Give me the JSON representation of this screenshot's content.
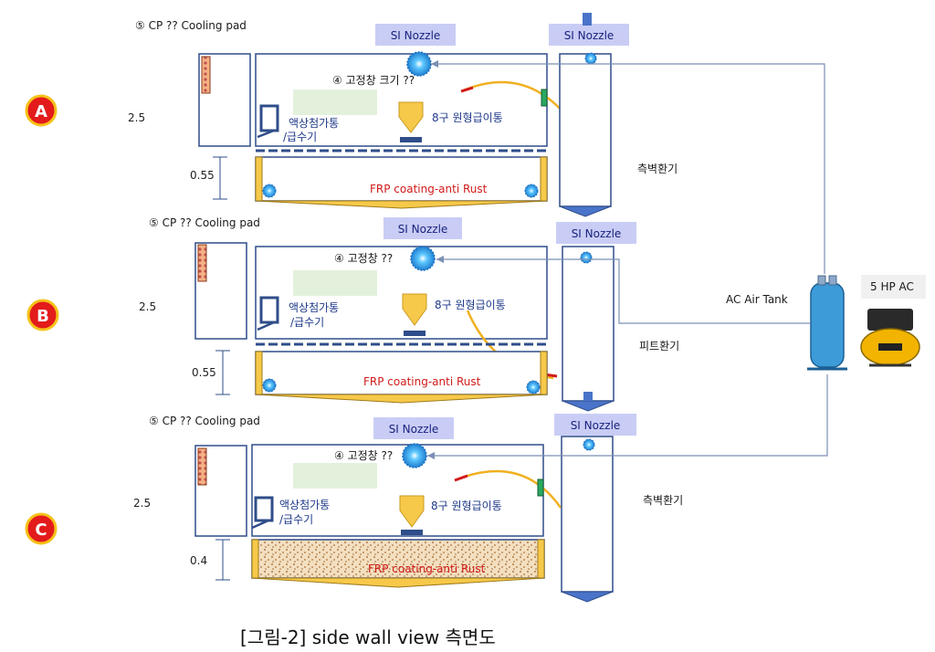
{
  "caption": "[그림-2] side wall view 측면도",
  "air_tank_label": "AC  Air Tank",
  "compressor_label": "5 HP AC",
  "colors": {
    "panel_line": "#2f4d8a",
    "nozzle_box": "#c9cdf5",
    "nozzle_burst": "#2aa0e6",
    "badge": "#e31b1b",
    "badge_ring": "#f6c21a",
    "yellow": "#f7c94a",
    "pad": "#e7843c",
    "green_box": "#e3f1dc",
    "air_line": "#7a8fb5",
    "red_text": "#d11a1a"
  },
  "sections": [
    {
      "badge": "A",
      "cp_label": "⑤ CP ?? Cooling pad",
      "nozzle_left": "SI Nozzle",
      "nozzle_right": "SI Nozzle",
      "window_label": "④ 고정창 크기 ??",
      "tank_label_1": "액상첨가통",
      "tank_label_2": "/급수기",
      "feeder_label": "8구 원형급이통",
      "dim_upper": "2.5",
      "dim_lower": "0.55",
      "floor_label": "FRP coating-anti Rust",
      "vent_label": "측벽환기"
    },
    {
      "badge": "B",
      "cp_label": "⑤ CP ?? Cooling pad",
      "nozzle_left": "SI Nozzle",
      "nozzle_right": "SI Nozzle",
      "window_label": "④ 고정창 ??",
      "tank_label_1": "액상첨가통",
      "tank_label_2": "/급수기",
      "feeder_label": "8구 원형급이통",
      "dim_upper": "2.5",
      "dim_lower": "0.55",
      "floor_label": "FRP coating-anti Rust",
      "vent_label": "피트환기"
    },
    {
      "badge": "C",
      "cp_label": "⑤ CP ?? Cooling pad",
      "nozzle_left": "SI Nozzle",
      "nozzle_right": "SI Nozzle",
      "window_label": "④ 고정창 ??",
      "tank_label_1": "액상첨가통",
      "tank_label_2": "/급수기",
      "feeder_label": "8구 원형급이통",
      "dim_upper": "2.5",
      "dim_lower": "0.4",
      "floor_label": "FRP coating-anti Rust",
      "vent_label": "측벽환기"
    }
  ]
}
